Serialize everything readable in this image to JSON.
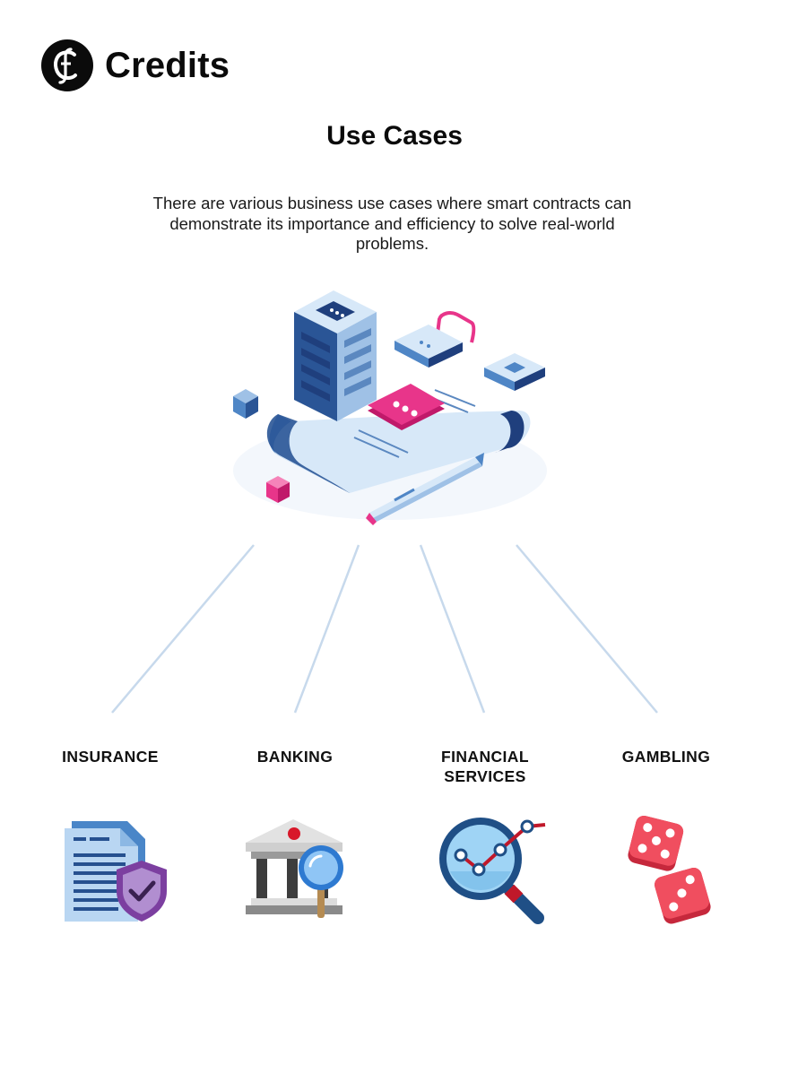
{
  "brand": {
    "name": "Credits",
    "logo_icon": "credits-logo-icon"
  },
  "heading": "Use Cases",
  "intro": "There are various business use cases where smart contracts can demonstrate its importance and efficiency to solve real-world problems.",
  "hero_icon": "smart-contract-illustration",
  "use_cases": [
    {
      "label": "INSURANCE",
      "icon": "insurance-document-shield-icon"
    },
    {
      "label": "BANKING",
      "icon": "bank-magnifier-icon"
    },
    {
      "label": "FINANCIAL\nSERVICES",
      "label_line1": "FINANCIAL",
      "label_line2": "SERVICES",
      "icon": "financial-chart-magnifier-icon"
    },
    {
      "label": "GAMBLING",
      "icon": "dice-icon"
    }
  ],
  "colors": {
    "connector": "#c7d9ec",
    "accent_pink": "#e8358a",
    "blue_dark": "#1f3f7d",
    "blue_mid": "#4f86c6",
    "blue_light": "#d7e8f8"
  }
}
